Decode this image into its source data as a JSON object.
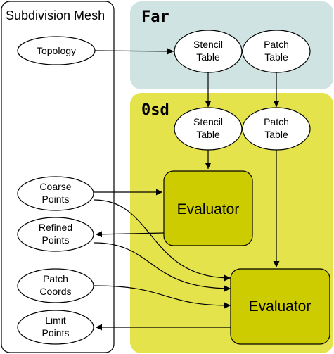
{
  "panels": {
    "subdivision_mesh": {
      "title": "Subdivision Mesh"
    },
    "far": {
      "title": "Far",
      "fill": "#cfe3e2"
    },
    "osd": {
      "title": "0sd",
      "fill": "#e4e34c"
    }
  },
  "nodes": {
    "topology": {
      "lines": [
        "Topology"
      ]
    },
    "coarse_points": {
      "lines": [
        "Coarse",
        "Points"
      ]
    },
    "refined_points": {
      "lines": [
        "Refined",
        "Points"
      ]
    },
    "patch_coords": {
      "lines": [
        "Patch",
        "Coords"
      ]
    },
    "limit_points": {
      "lines": [
        "Limit",
        "Points"
      ]
    },
    "far_stencil_table": {
      "lines": [
        "Stencil",
        "Table"
      ]
    },
    "far_patch_table": {
      "lines": [
        "Patch",
        "Table"
      ]
    },
    "osd_stencil_table": {
      "lines": [
        "Stencil",
        "Table"
      ]
    },
    "osd_patch_table": {
      "lines": [
        "Patch",
        "Table"
      ]
    },
    "evaluator_stencil": {
      "lines": [
        "Evaluator"
      ]
    },
    "evaluator_patch": {
      "lines": [
        "Evaluator"
      ]
    }
  },
  "colors": {
    "evaluator_fill": "#cccc00",
    "node_fill": "#ffffff",
    "stroke": "#000000"
  }
}
